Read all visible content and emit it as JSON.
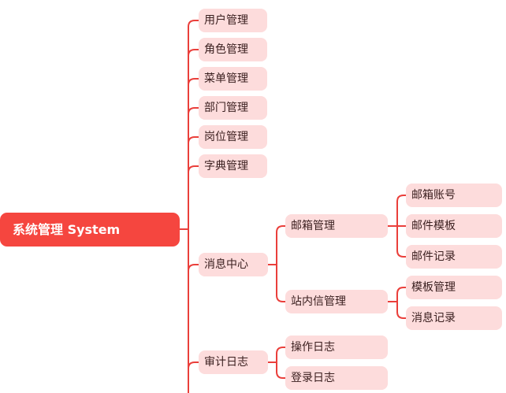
{
  "root": {
    "label": "系统管理 System"
  },
  "branches": {
    "user": "用户管理",
    "role": "角色管理",
    "menu": "菜单管理",
    "dept": "部门管理",
    "post": "岗位管理",
    "dict": "字典管理",
    "message_center": "消息中心",
    "audit_log": "审计日志"
  },
  "message_center": {
    "mail": "邮箱管理",
    "inbox": "站内信管理"
  },
  "mail": {
    "account": "邮箱账号",
    "template": "邮件模板",
    "record": "邮件记录"
  },
  "inbox": {
    "template": "模板管理",
    "record": "消息记录"
  },
  "audit_log": {
    "operate": "操作日志",
    "login": "登录日志"
  },
  "colors": {
    "root_fill": "#f5463f",
    "node_fill": "#fddcdc",
    "line": "#ea3f3b",
    "text": "#3b2020"
  }
}
